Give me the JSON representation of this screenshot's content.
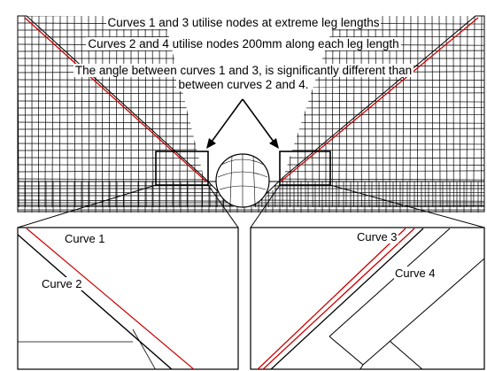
{
  "notes": {
    "line1": "Curves 1 and 3 utilise nodes at extreme leg lengths",
    "line2": "Curves 2 and 4 utilise nodes 200mm along each leg length",
    "line3": "The angle between curves 1 and 3, is significantly different than",
    "line4": "between curves 2 and 4."
  },
  "labels": {
    "curve1": "Curve 1",
    "curve2": "Curve 2",
    "curve3": "Curve 3",
    "curve4": "Curve 4"
  },
  "colors": {
    "mesh": "#000000",
    "curve_red": "#cc0000",
    "background": "#ffffff"
  }
}
